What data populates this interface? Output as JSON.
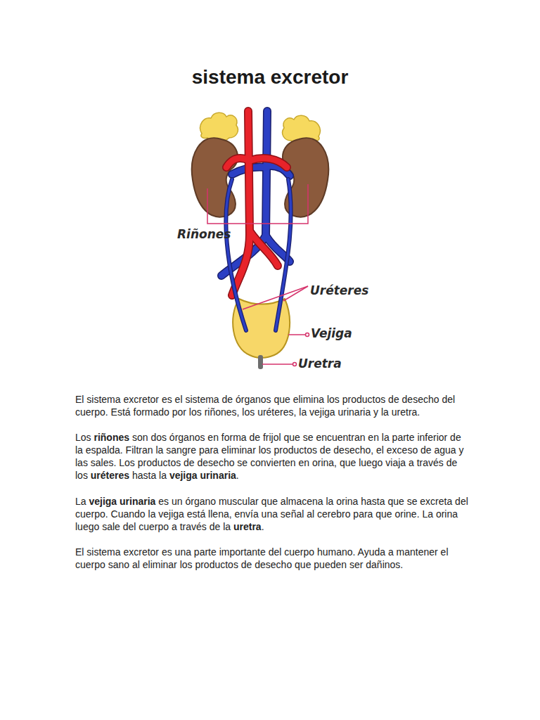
{
  "diagram": {
    "title": "sistema excretor",
    "labels": [
      "Riñones",
      "Uréteres",
      "Vejiga",
      "Uretra",
      "El sistema excretor es el sistema de órganos que elimina los productos de desecho del cuerpo. Está formado por los riñones, los uréteres, la vejiga urinaria y la uretra.",
      "Los",
      "riñones",
      "son dos órganos en forma de frijol que se encuentran en la parte inferior de la espalda. Filtran la sangre para eliminar los productos de desecho, el exceso de agua y las sales. Los productos de desecho se convierten en orina, que luego viaja a través de los",
      "uréteres",
      "hasta la",
      "vejiga urinaria",
      ".",
      "La",
      "vejiga urinaria",
      "es un órgano muscular que almacena la orina hasta que se excreta del cuerpo. Cuando la vejiga está llena, envía una señal al cerebro para que orine. La orina luego sale del cuerpo a través de la",
      "uretra",
      ".",
      "El sistema excretor es una parte importante del cuerpo humano. Ayuda a mantener el cuerpo sano al eliminar los productos de desecho que pueden ser dañinos."
    ]
  }
}
